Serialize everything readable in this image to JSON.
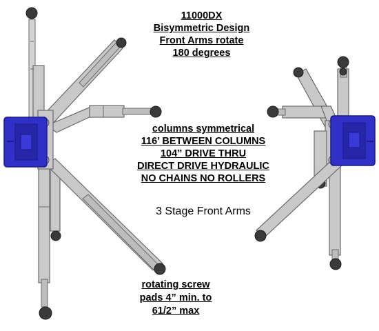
{
  "colors": {
    "arm_fill": "#c9c9c9",
    "arm_stroke": "#6a6a6a",
    "column_blue": "#3030c8",
    "column_blue_dark": "#1a1a8a",
    "pad_dark": "#3a3a3a"
  },
  "title_block": [
    "11000DX",
    "Bisymmetric Design",
    "Front Arms rotate",
    "180 degrees"
  ],
  "spec_block": [
    "columns symmetrical",
    "116’ BETWEEN COLUMNS",
    "104” DRIVE THRU",
    "DIRECT DRIVE HYDRAULIC",
    "NO CHAINS NO ROLLERS"
  ],
  "arms_label": "3 Stage Front Arms",
  "pads_block": [
    "rotating screw",
    "pads 4” min. to",
    "61/2” max"
  ]
}
